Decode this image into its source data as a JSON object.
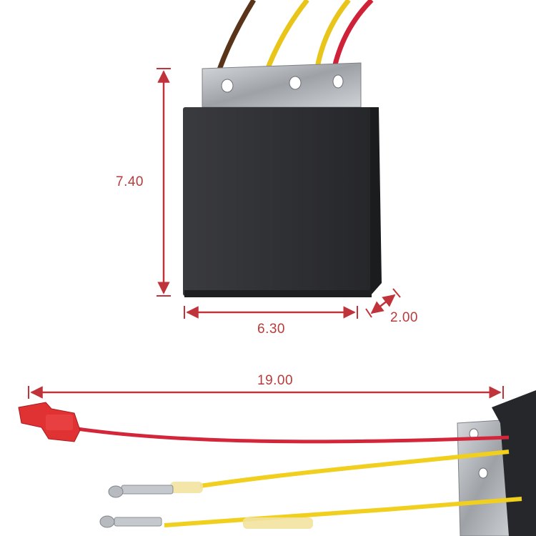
{
  "dimensions": {
    "height": "7.40",
    "width": "6.30",
    "depth": "2.00",
    "cable_length": "19.00"
  },
  "colors": {
    "dimension_line": "#c0333a",
    "dimension_text": "#b83a3a",
    "housing": "#2b2c2f",
    "bracket": "#b9bcc0",
    "wire_brown": "#5a3418",
    "wire_yellow": "#f0cf1e",
    "wire_red": "#d4263a",
    "connector_red": "#e03232"
  },
  "icons": [
    "rectifier-module-icon",
    "red-connector-icon",
    "bullet-terminal-icon"
  ]
}
